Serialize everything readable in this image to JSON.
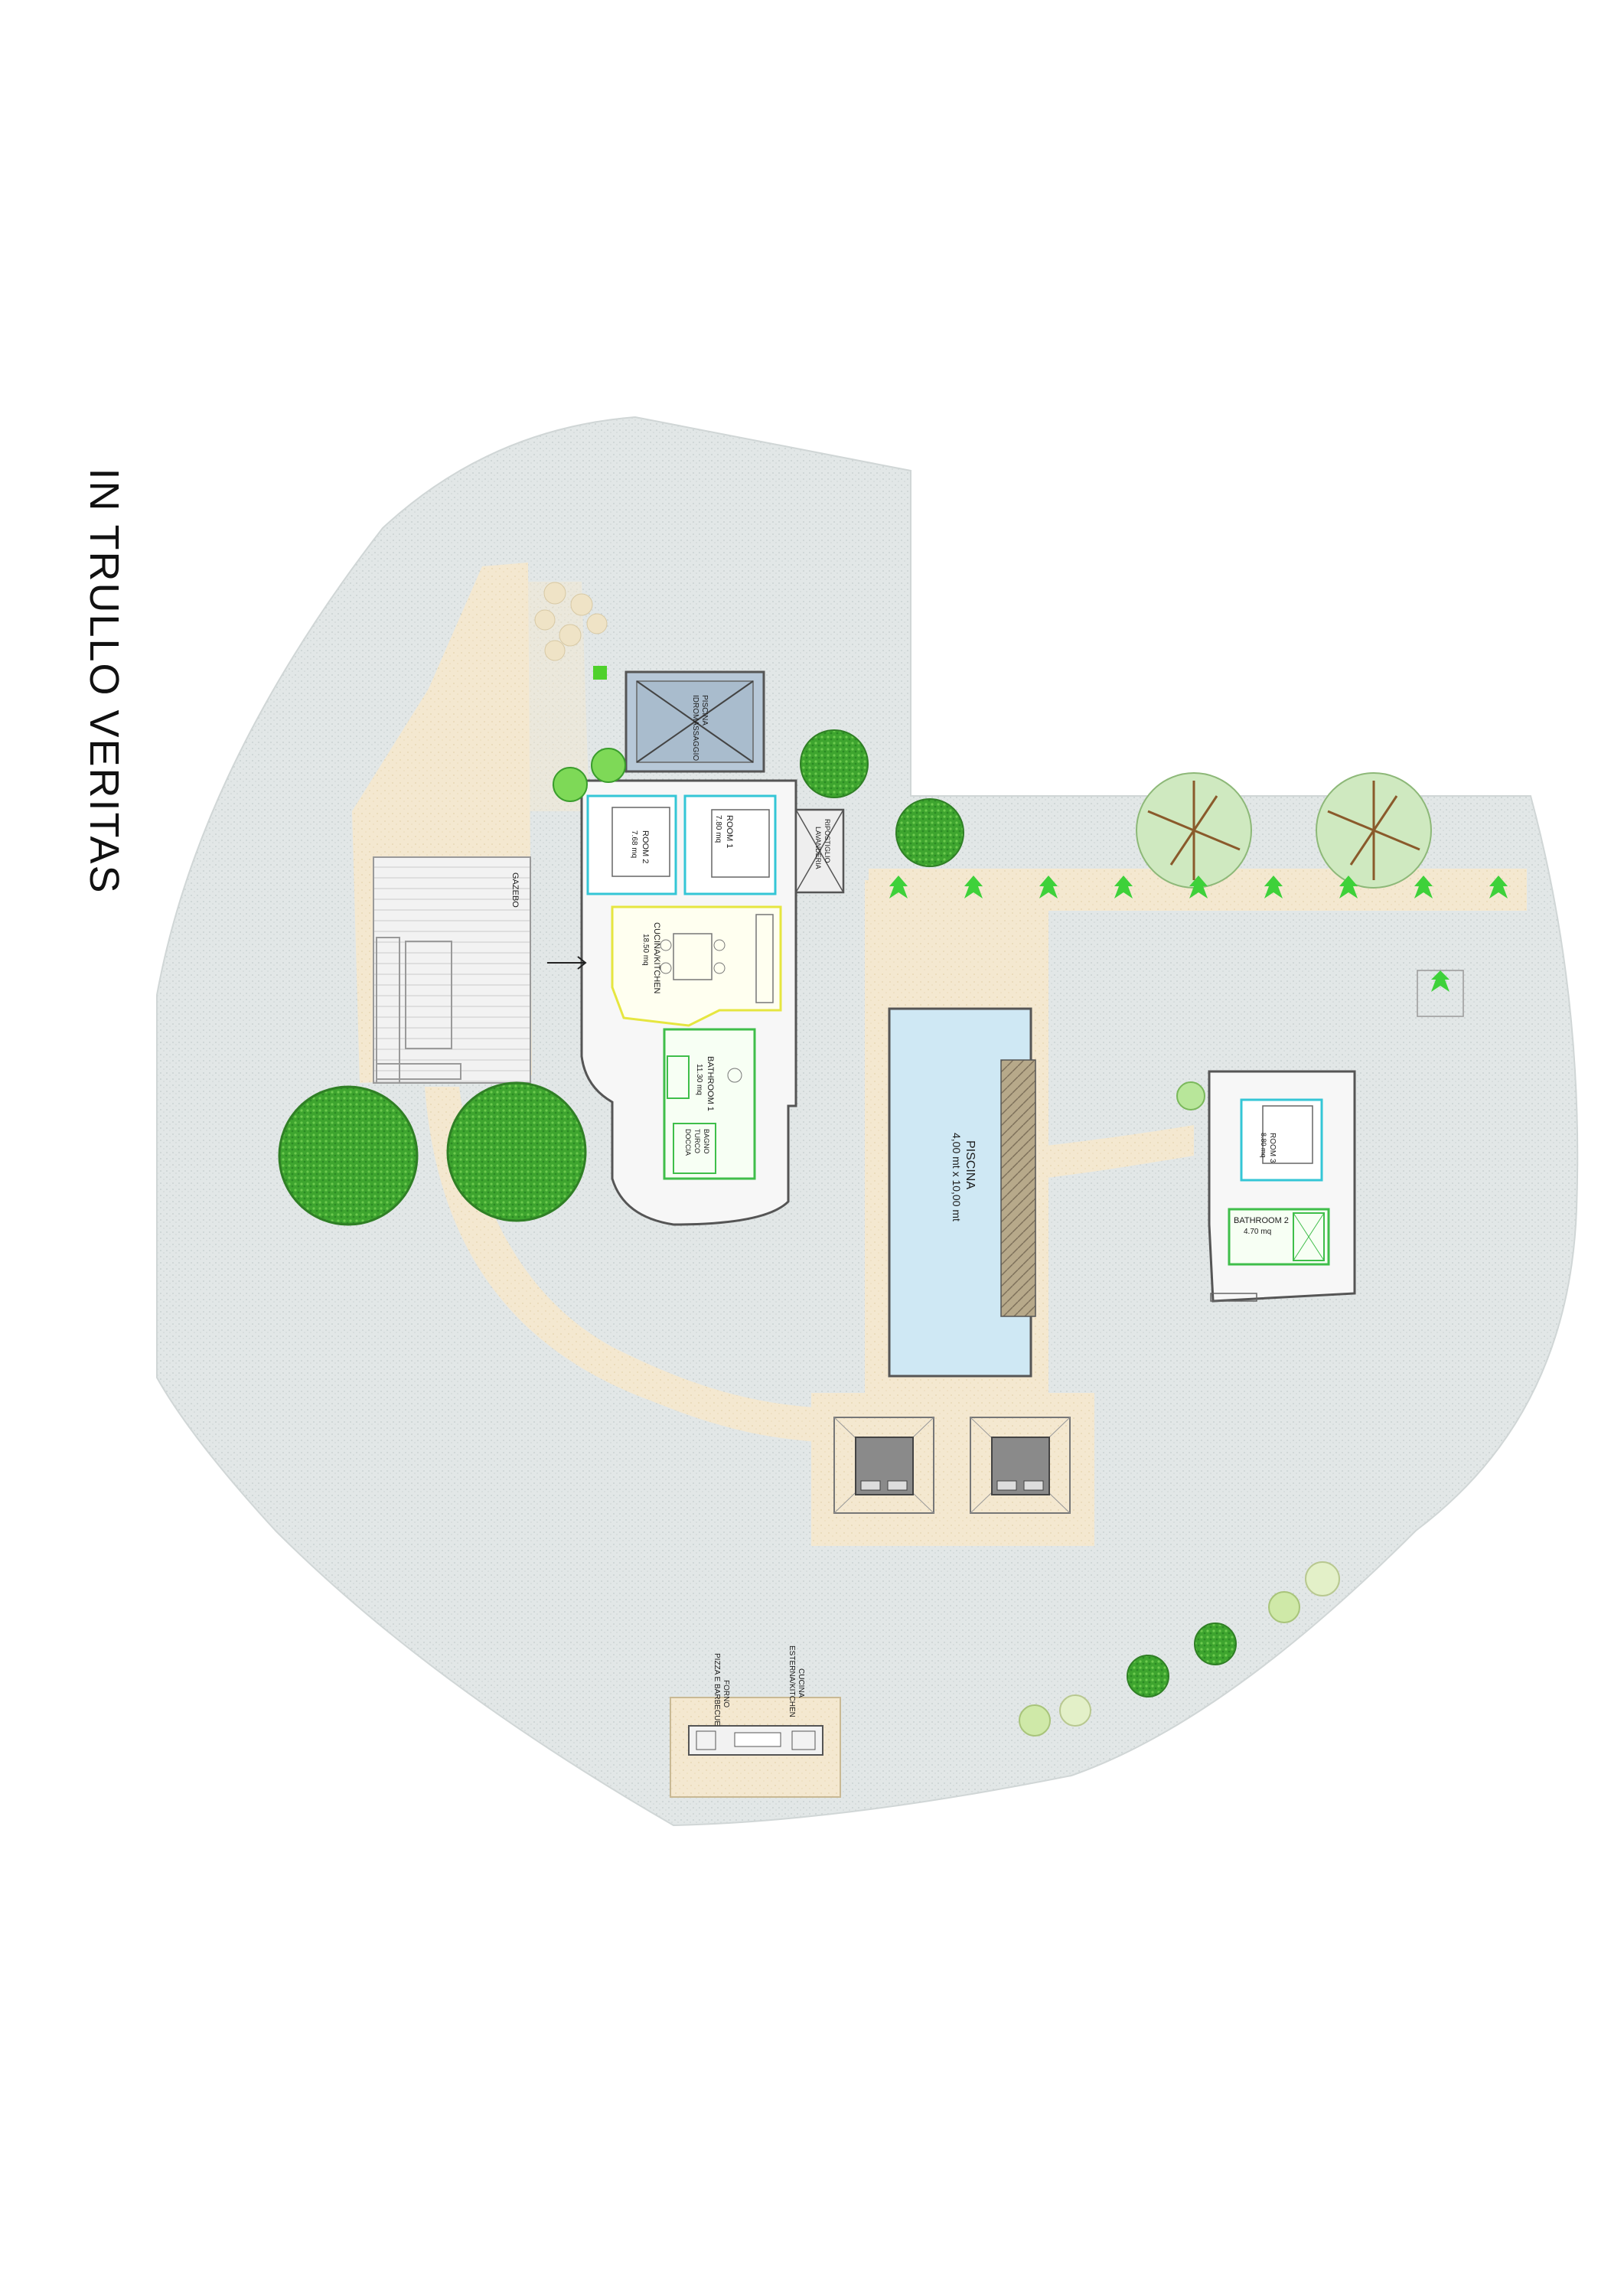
{
  "title": "IN TRULLO VERITAS",
  "labels": {
    "gazebo": "GAZEBO",
    "piscina_idro_1": "PISCINA",
    "piscina_idro_2": "IDROMASSAGGIO",
    "room2_name": "ROOM 2",
    "room2_area": "7.68 mq",
    "room1_name": "ROOM 1",
    "room1_area": "7.80 mq",
    "ripostiglio_1": "RIPOSTIGLIO",
    "ripostiglio_2": "LAVANDERIA",
    "kitchen_name": "CUCINA/KITCHEN",
    "kitchen_area": "18.50 mq",
    "bath1_name": "BATHROOM 1",
    "bath1_area": "11.30 mq",
    "bagno_1": "BAGNO",
    "bagno_2": "TURCO",
    "bagno_3": "DOCCIA",
    "pool_name": "PISCINA",
    "pool_size": "4,00 mt x 10,00 mt",
    "room3_name": "ROOM 3",
    "room3_area": "8.80 mq",
    "bath2_name": "BATHROOM 2",
    "bath2_area": "4.70 mq",
    "forno_1": "FORNO",
    "forno_2": "PIZZA E BARBECUE",
    "cucina_est_1": "CUCINA",
    "cucina_est_2": "ESTERNA/KITCHEN"
  },
  "colors": {
    "ground": "#e4e8e8",
    "path": "#f3e7cf",
    "pool": "#cfe8f4",
    "tree": "#3a9d2c",
    "room_cyan": "#34c6d6",
    "room_green": "#3fbe4a",
    "room_yellow": "#e6e640",
    "wall": "#555555"
  }
}
